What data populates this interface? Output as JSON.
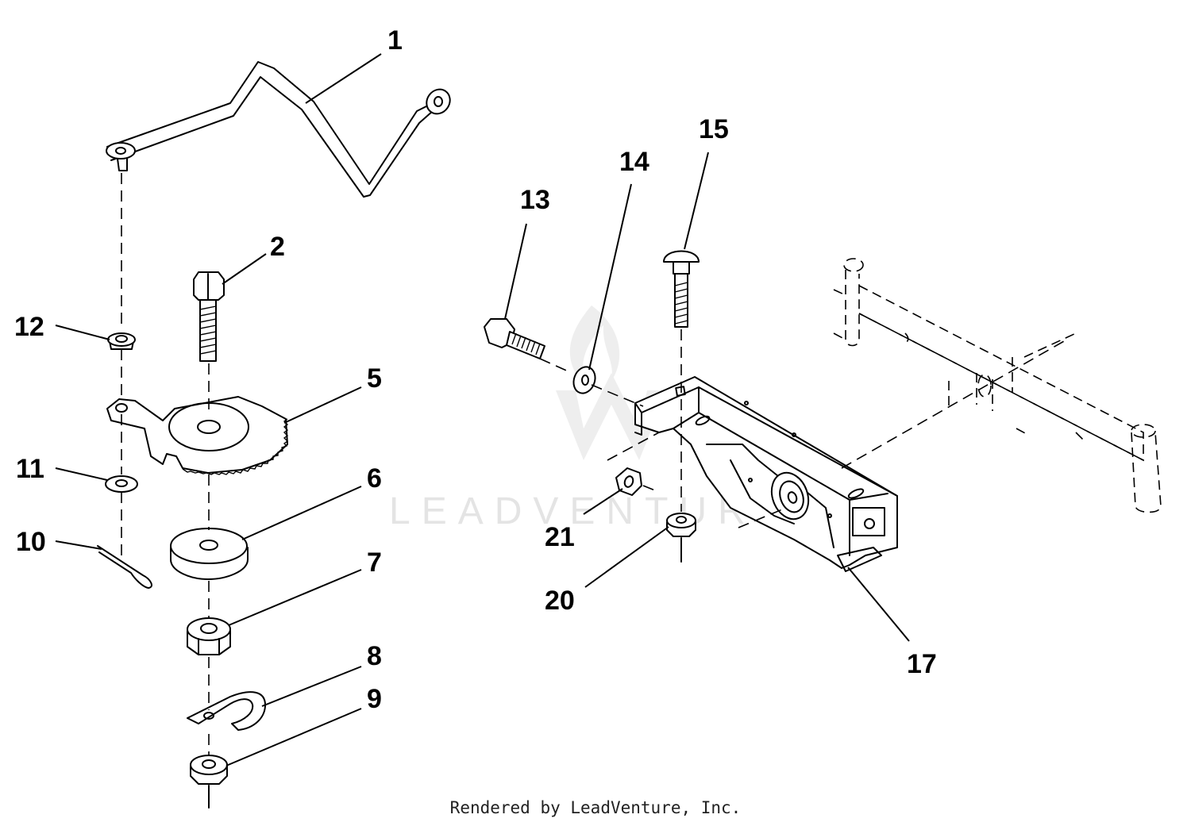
{
  "diagram": {
    "callouts": {
      "c1": "1",
      "c2": "2",
      "c5": "5",
      "c6": "6",
      "c7": "7",
      "c8": "8",
      "c9": "9",
      "c10": "10",
      "c11": "11",
      "c12": "12",
      "c13": "13",
      "c14": "14",
      "c15": "15",
      "c17": "17",
      "c20": "20",
      "c21": "21"
    },
    "watermark": "LEADVENTURE",
    "footer": "Rendered by LeadVenture, Inc."
  }
}
